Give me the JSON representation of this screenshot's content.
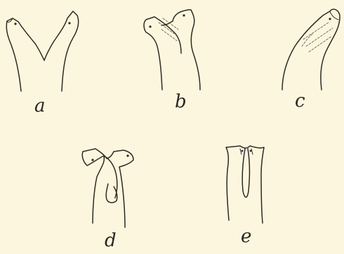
{
  "figures": [
    {
      "id": "a",
      "label": "a"
    },
    {
      "id": "b",
      "label": "b"
    },
    {
      "id": "c",
      "label": "c"
    },
    {
      "id": "d",
      "label": "d"
    },
    {
      "id": "e",
      "label": "e"
    }
  ],
  "colors": {
    "paper": "#fdf6df",
    "ink": "#2e2a22"
  }
}
